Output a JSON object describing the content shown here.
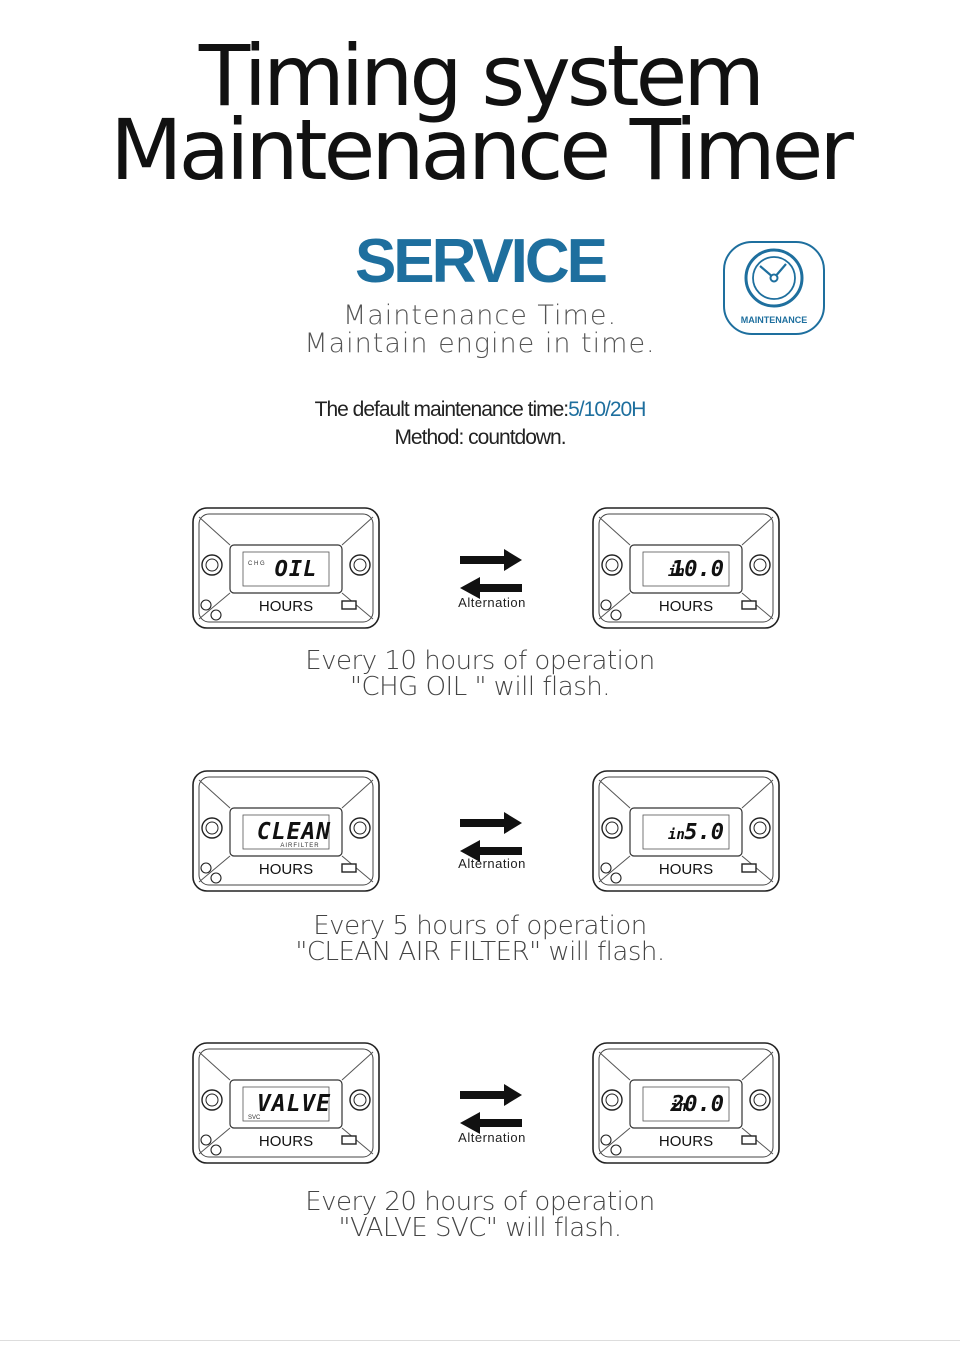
{
  "header": {
    "title_line1": "Timing system",
    "title_line2": "Maintenance Timer"
  },
  "service": {
    "heading": "SERVICE",
    "line1": "Maintenance Time.",
    "line2": "Maintain engine in time.",
    "badge_label": "MAINTENANCE",
    "badge_icon": "clock-icon"
  },
  "info": {
    "default_prefix": "The default maintenance time:",
    "default_values": "5/10/20H",
    "method": "Method: countdown."
  },
  "colors": {
    "accent": "#1e6f9e",
    "text": "#222222"
  },
  "rows": [
    {
      "left_display": "OIL",
      "left_side_label": "C H G",
      "left_sub_label": "",
      "right_prefix": "in",
      "right_value": "10.0",
      "hours_label": "HOURS",
      "alternation_label": "Alternation",
      "caption_line1": "Every 10 hours of operation",
      "caption_line2": "\"CHG OIL \" will flash."
    },
    {
      "left_display": "CLEAN",
      "left_side_label": "",
      "left_sub_label": "AIRFILTER",
      "right_prefix": "in",
      "right_value": "5.0",
      "hours_label": "HOURS",
      "alternation_label": "Alternation",
      "caption_line1": "Every 5 hours of operation",
      "caption_line2": "\"CLEAN AIR FILTER\" will flash."
    },
    {
      "left_display": "VALVE",
      "left_side_label": "SVC",
      "left_sub_label": "",
      "right_prefix": "in",
      "right_value": "20.0",
      "hours_label": "HOURS",
      "alternation_label": "Alternation",
      "caption_line1": "Every 20 hours of operation",
      "caption_line2": "\"VALVE SVC\" will flash."
    }
  ]
}
